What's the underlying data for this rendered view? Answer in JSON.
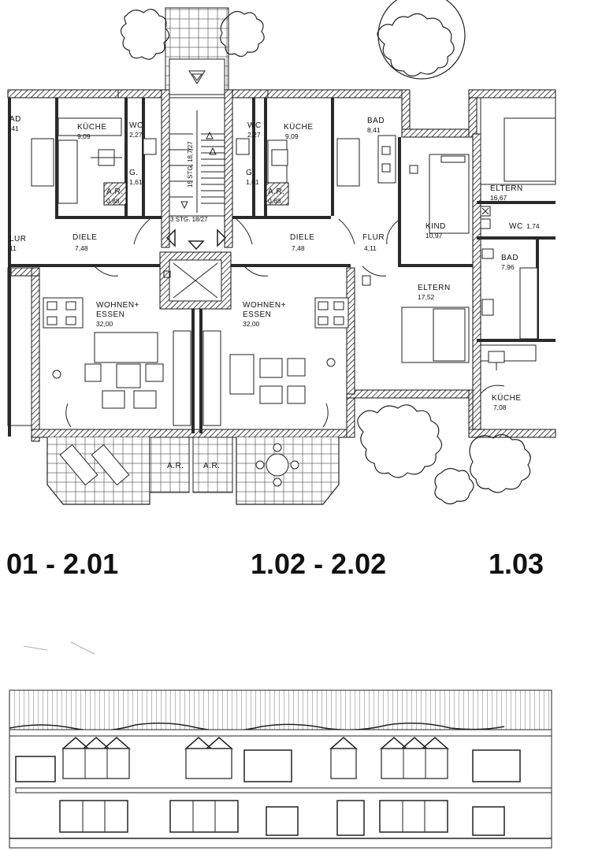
{
  "rooms": {
    "bad_left": "AD",
    "bad_left_area": ",41",
    "kueche_1": "KÜCHE",
    "kueche_1_area": "9,09",
    "wc_1": "WC",
    "wc_1_area": "2,27",
    "g_1": "G.",
    "g_1_area": "1,61",
    "ar_1": "A.R.",
    "ar_1_area": "0,88",
    "stair_run": "15 STG. 18,7/27",
    "stair_landing": "3 STG. 18/27",
    "wc_2": "WC",
    "wc_2_area": "2,27",
    "kueche_2": "KÜCHE",
    "kueche_2_area": "9,09",
    "g_2": "G.",
    "g_2_area": "1,61",
    "ar_2": "A.R.",
    "ar_2_area": "0,88",
    "bad_2": "BAD",
    "bad_2_area": "8,41",
    "flur_left": "LUR",
    "flur_left_area": "11",
    "diele_1": "DIELE",
    "diele_1_area": "7,48",
    "diele_2": "DIELE",
    "diele_2_area": "7,48",
    "flur_2": "FLUR",
    "flur_2_area": "4,11",
    "kind": "KIND",
    "kind_area": "10,97",
    "eltern_top": "ELTERN",
    "eltern_top_area": "16,67",
    "wc_3": "WC",
    "wc_3_area": "1,74",
    "bad_3": "BAD",
    "bad_3_area": "7,96",
    "eltern_mid": "ELTERN",
    "eltern_mid_area": "17,52",
    "kueche_3": "KÜCHE",
    "kueche_3_area": "7,08",
    "wohnen_1_a": "WOHNEN+",
    "wohnen_1_b": "ESSEN",
    "wohnen_1_area": "32,00",
    "wohnen_2_a": "WOHNEN+",
    "wohnen_2_b": "ESSEN",
    "wohnen_2_area": "32,00",
    "ar_balcony_1": "A.R.",
    "ar_balcony_2": "A.R."
  },
  "unit_numbers": {
    "left": "01 - 2.01",
    "middle": "1.02 - 2.02",
    "right": "1.03"
  }
}
